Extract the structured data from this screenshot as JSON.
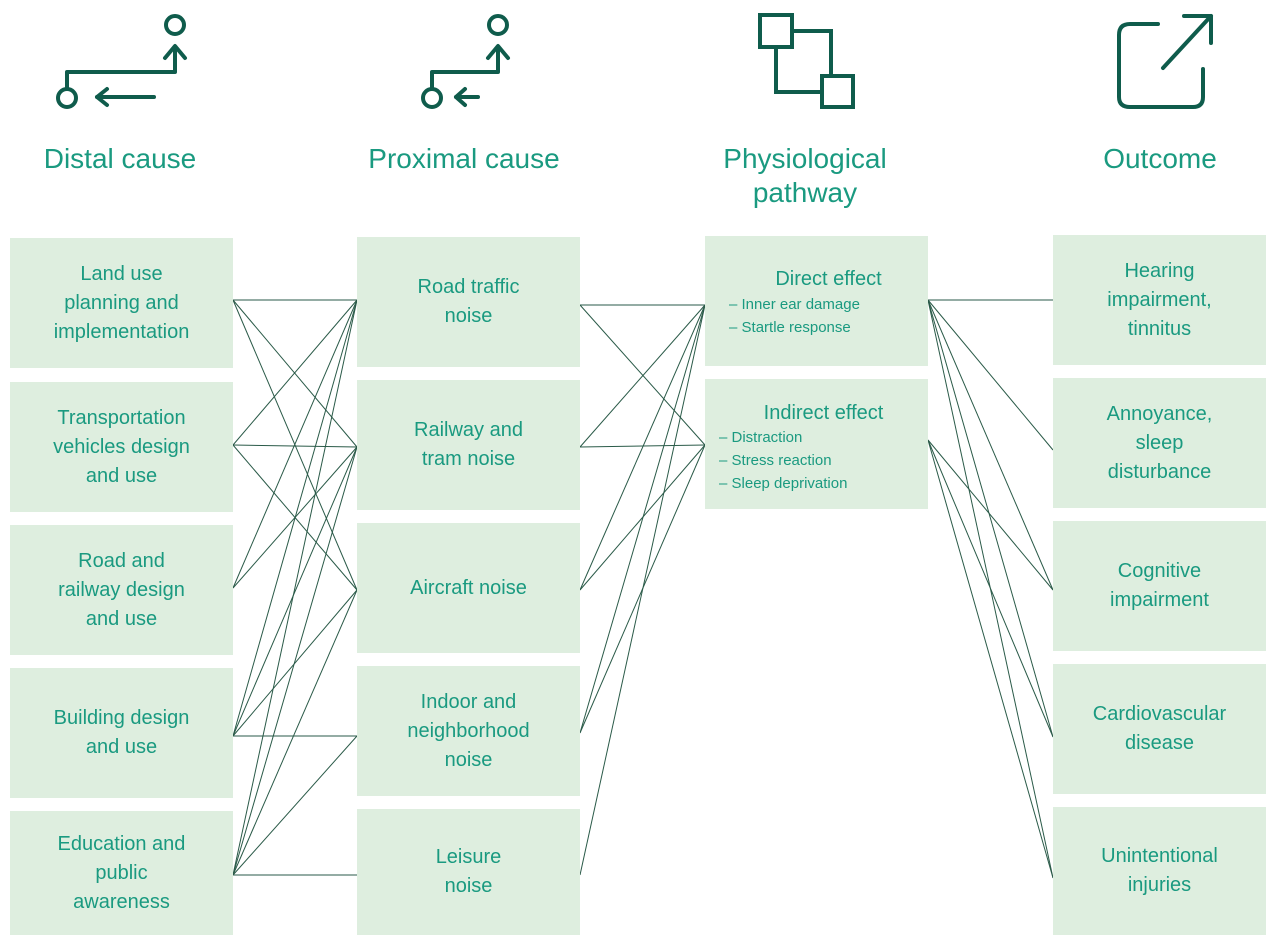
{
  "headers": {
    "distal": [
      "Distal cause"
    ],
    "proximal": [
      "Proximal cause"
    ],
    "pathway": [
      "Physiological",
      "pathway"
    ],
    "outcome": [
      "Outcome"
    ]
  },
  "icons": {
    "distal": "route-arrows-icon",
    "proximal": "route-arrows-icon",
    "pathway": "linked-squares-icon",
    "outcome": "external-link-icon"
  },
  "colors": {
    "accent": "#1a9a80",
    "icon": "#0f5c4c",
    "box_fill": "#deeedf",
    "line": "#2a5a48"
  },
  "distal": [
    {
      "lines": [
        "Land use",
        "planning and",
        "implementation"
      ]
    },
    {
      "lines": [
        "Transportation",
        "vehicles design",
        "and use"
      ]
    },
    {
      "lines": [
        "Road and",
        "railway design",
        "and use"
      ]
    },
    {
      "lines": [
        "Building design",
        "and use"
      ]
    },
    {
      "lines": [
        "Education and",
        "public",
        "awareness"
      ]
    }
  ],
  "proximal": [
    {
      "lines": [
        "Road traffic",
        "noise"
      ]
    },
    {
      "lines": [
        "Railway and",
        "tram noise"
      ]
    },
    {
      "lines": [
        "Aircraft noise"
      ]
    },
    {
      "lines": [
        "Indoor and",
        "neighborhood",
        "noise"
      ]
    },
    {
      "lines": [
        "Leisure",
        "noise"
      ]
    }
  ],
  "pathway": [
    {
      "title": "Direct effect",
      "items": [
        "Inner ear damage",
        "Startle response"
      ]
    },
    {
      "title": "Indirect effect",
      "items": [
        "Distraction",
        "Stress reaction",
        "Sleep deprivation"
      ]
    }
  ],
  "outcomes": [
    {
      "lines": [
        "Hearing",
        "impairment,",
        "tinnitus"
      ]
    },
    {
      "lines": [
        "Annoyance,",
        "sleep",
        "disturbance"
      ]
    },
    {
      "lines": [
        "Cognitive",
        "impairment"
      ]
    },
    {
      "lines": [
        "Cardiovascular",
        "disease"
      ]
    },
    {
      "lines": [
        "Unintentional",
        "injuries"
      ]
    }
  ],
  "links": {
    "distal_to_proximal": [
      [
        0,
        0
      ],
      [
        0,
        1
      ],
      [
        0,
        2
      ],
      [
        1,
        0
      ],
      [
        1,
        1
      ],
      [
        1,
        2
      ],
      [
        2,
        0
      ],
      [
        2,
        1
      ],
      [
        3,
        0
      ],
      [
        3,
        1
      ],
      [
        3,
        2
      ],
      [
        3,
        3
      ],
      [
        4,
        0
      ],
      [
        4,
        1
      ],
      [
        4,
        2
      ],
      [
        4,
        3
      ],
      [
        4,
        4
      ]
    ],
    "proximal_to_pathway": [
      [
        0,
        0
      ],
      [
        0,
        1
      ],
      [
        1,
        0
      ],
      [
        1,
        1
      ],
      [
        2,
        0
      ],
      [
        2,
        1
      ],
      [
        3,
        0
      ],
      [
        3,
        1
      ],
      [
        4,
        0
      ]
    ],
    "pathway_to_outcome": [
      [
        0,
        0
      ],
      [
        0,
        1
      ],
      [
        0,
        2
      ],
      [
        0,
        3
      ],
      [
        0,
        4
      ],
      [
        1,
        2
      ],
      [
        1,
        3
      ],
      [
        1,
        4
      ]
    ]
  }
}
